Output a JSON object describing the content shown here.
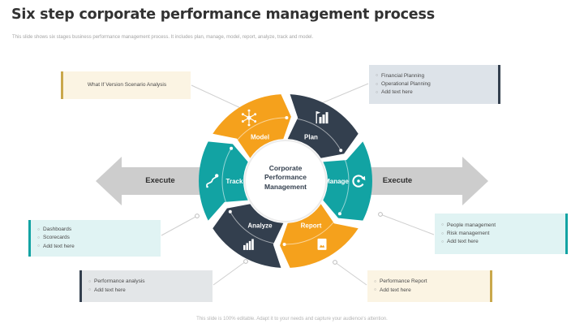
{
  "slide": {
    "title": "Six step corporate performance management process",
    "subtitle": "This slide shows six stages business performance management process. It includes plan, manage, model, report, analyze, track and model.",
    "footer": "This slide is 100% editable. Adapt it to your needs and capture your audience's attention."
  },
  "labels": {
    "execute_left": "Execute",
    "execute_right": "Execute"
  },
  "center": {
    "label": "Corporate Performance Management"
  },
  "colors": {
    "orange": "#F5A11C",
    "navy": "#333F4E",
    "teal": "#12A3A3",
    "arrow_gray": "#CDCDCD",
    "connector_gray": "#CFCFCF",
    "gold_accent": "#C9A84C"
  },
  "wheel": {
    "segments": [
      {
        "name": "Plan",
        "icon": "bar-chart-flag-icon",
        "color": "#333F4E",
        "a0": 3,
        "a1": 57
      },
      {
        "name": "Manage",
        "icon": "sync-arrows-icon",
        "color": "#12A3A3",
        "a0": 63,
        "a1": 117
      },
      {
        "name": "Report",
        "icon": "report-document-icon",
        "color": "#F5A11C",
        "a0": 123,
        "a1": 177
      },
      {
        "name": "Analyze",
        "icon": "analytics-bars-icon",
        "color": "#333F4E",
        "a0": 183,
        "a1": 237
      },
      {
        "name": "Track",
        "icon": "route-pin-icon",
        "color": "#12A3A3",
        "a0": 243,
        "a1": 297
      },
      {
        "name": "Model",
        "icon": "network-hub-icon",
        "color": "#F5A11C",
        "a0": 303,
        "a1": 357
      }
    ]
  },
  "callouts": [
    {
      "id": "what-if",
      "pos": "co-tl",
      "bulleted": false,
      "accent": "#C9A84C",
      "bg": "#FBF4E3",
      "bar_side": "left",
      "items": [
        "What If Version Scenario Analysis"
      ]
    },
    {
      "id": "plan-notes",
      "pos": "co-tr",
      "bulleted": true,
      "accent": "#333F4E",
      "bg": "#DDE3E9",
      "bar_side": "right",
      "items": [
        "Financial Planning",
        "Operational Planning",
        "Add text here"
      ]
    },
    {
      "id": "track-notes",
      "pos": "co-ml",
      "bulleted": true,
      "accent": "#12A3A3",
      "bg": "#E0F3F3",
      "bar_side": "left",
      "items": [
        "Dashboards",
        "Scorecards",
        "Add text here"
      ]
    },
    {
      "id": "analyze-notes",
      "pos": "co-bl",
      "bulleted": true,
      "accent": "#333F4E",
      "bg": "#E3E6E8",
      "bar_side": "left",
      "items": [
        "Performance analysis",
        "Add text here"
      ]
    },
    {
      "id": "manage-notes",
      "pos": "co-mr",
      "bulleted": true,
      "accent": "#12A3A3",
      "bg": "#E0F3F3",
      "bar_side": "right",
      "items": [
        "People management",
        "Risk management",
        "Add text here"
      ]
    },
    {
      "id": "report-notes",
      "pos": "co-br",
      "bulleted": true,
      "accent": "#C9A84C",
      "bg": "#FBF4E3",
      "bar_side": "right",
      "items": [
        "Performance Report",
        "Add text here"
      ]
    }
  ]
}
